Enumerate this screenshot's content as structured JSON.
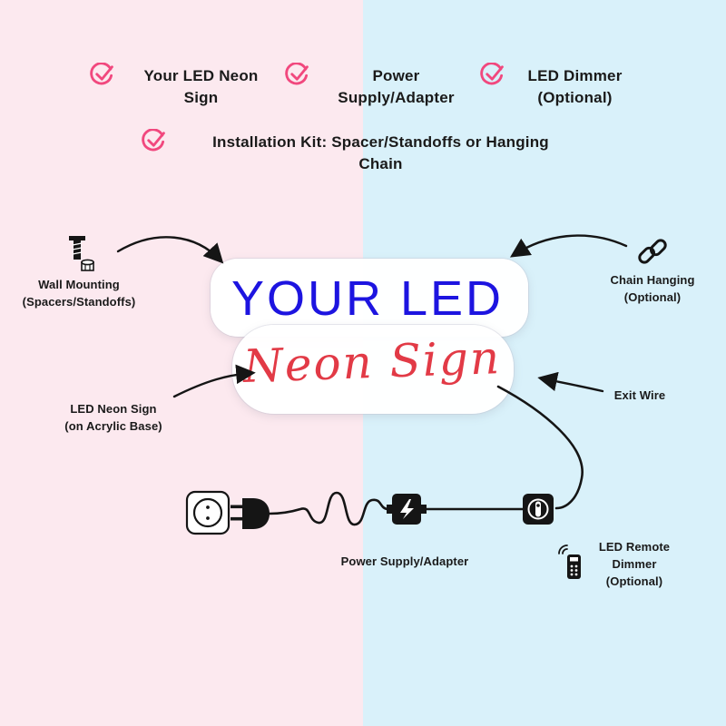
{
  "colors": {
    "bg-left": "#fce9ef",
    "bg-right": "#d9f1fa",
    "check-pink": "#f1487e",
    "sign-blue": "#1d14e0",
    "sign-red": "#e23a46",
    "ink": "#1a1a1a"
  },
  "checklist": [
    {
      "label": "Your LED Neon\nSign"
    },
    {
      "label": "Power\nSupply/Adapter"
    },
    {
      "label": "LED Dimmer\n(Optional)"
    },
    {
      "label": "Installation Kit: Spacer/Standoffs or Hanging\nChain"
    }
  ],
  "sign": {
    "title": "YOUR LED",
    "subtitle": "Neon Sign"
  },
  "annotations": {
    "wall_mounting": "Wall Mounting\n(Spacers/Standoffs)",
    "chain_hanging": "Chain Hanging\n(Optional)",
    "led_neon_sign": "LED Neon Sign\n(on Acrylic Base)",
    "exit_wire": "Exit Wire",
    "power_supply": "Power Supply/Adapter",
    "led_remote_dimmer": "LED Remote\nDimmer\n(Optional)"
  }
}
